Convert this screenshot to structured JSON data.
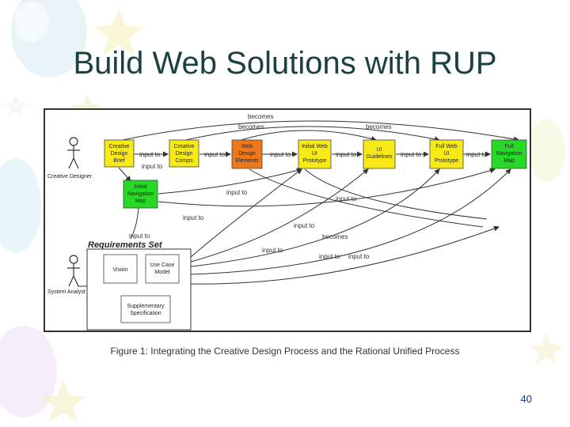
{
  "slide": {
    "title": "Build Web Solutions with RUP",
    "page_number": "40"
  },
  "diagram": {
    "caption": "Figure 1: Integrating the Creative Design Process and the Rational Unified Process",
    "actors": {
      "creative_designer": "Creative Designer",
      "system_analyst": "System Analyst"
    },
    "artifacts": {
      "creative_design_brief": [
        "Creative",
        "Design",
        "Brief"
      ],
      "creative_design_comps": [
        "Creative",
        "Design",
        "Comps"
      ],
      "web_design_elements": [
        "Web",
        "Design",
        "Elements"
      ],
      "initial_web_ui_prototype": [
        "Initial Web",
        "UI",
        "Prototype"
      ],
      "ui_guidelines": [
        "UI",
        "Guidelines"
      ],
      "full_web_ui_prototype": [
        "Full Web",
        "UI",
        "Prototype"
      ],
      "full_navigation_map": [
        "Full",
        "Navigation",
        "Map"
      ],
      "initial_navigation_map": [
        "Initial",
        "Navigation",
        "Map"
      ],
      "vision": "Vision",
      "use_case_model": [
        "Use Case",
        "Model"
      ],
      "supplementary_specification": [
        "Supplementary",
        "Specification"
      ]
    },
    "requirements_set_label": "Requirements Set",
    "edge_labels": {
      "becomes": "becomes",
      "input_to": "input to"
    },
    "colors": {
      "yellow": "#f7ea17",
      "orange": "#f07818",
      "green": "#26d926",
      "edge": "#333333",
      "frame": "#333333"
    }
  }
}
